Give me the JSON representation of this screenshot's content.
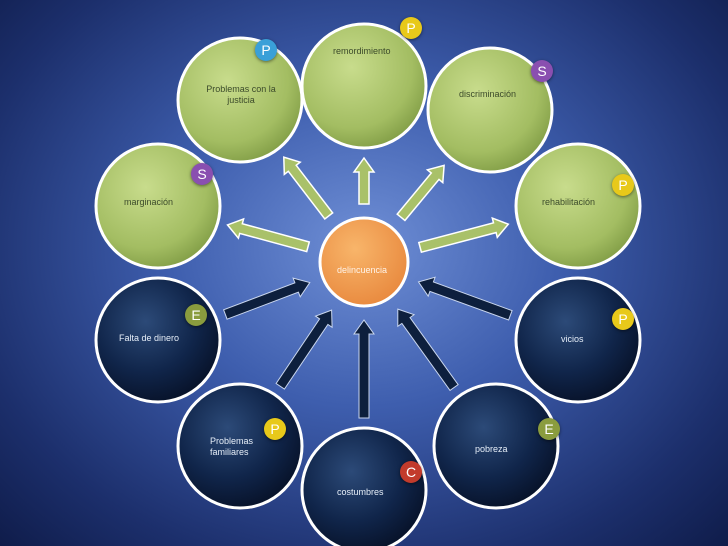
{
  "center": {
    "label": "delincuencia",
    "color": "#ef9a4a"
  },
  "nodes": [
    {
      "id": "remordimiento",
      "label": "remordimiento",
      "badge": "P",
      "badge_color": "#e8c91a",
      "style": "light"
    },
    {
      "id": "discriminacion",
      "label": "discriminación",
      "badge": "S",
      "badge_color": "#8a4fb0",
      "style": "light"
    },
    {
      "id": "rehabilitacion",
      "label": "rehabilitación",
      "badge": "P",
      "badge_color": "#e8c91a",
      "style": "light"
    },
    {
      "id": "vicios",
      "label": "vicios",
      "badge": "P",
      "badge_color": "#e8c91a",
      "style": "dark"
    },
    {
      "id": "pobreza",
      "label": "pobreza",
      "badge": "E",
      "badge_color": "#8a9c3e",
      "style": "dark"
    },
    {
      "id": "costumbres",
      "label": "costumbres",
      "badge": "C",
      "badge_color": "#c23b2c",
      "style": "dark"
    },
    {
      "id": "problemas-familiares",
      "label": "Problemas familiares",
      "badge": "P",
      "badge_color": "#e8c91a",
      "style": "dark"
    },
    {
      "id": "falta-de-dinero",
      "label": "Falta de dinero",
      "badge": "E",
      "badge_color": "#8a9c3e",
      "style": "dark"
    },
    {
      "id": "marginacion",
      "label": "marginación",
      "badge": "S",
      "badge_color": "#8a4fb0",
      "style": "light"
    },
    {
      "id": "problemas-justicia",
      "label": "Problemas con la justicia",
      "badge": "P",
      "badge_color": "#3aa0d8",
      "style": "light"
    }
  ],
  "colors": {
    "light_node": "#a9c169",
    "dark_node": "#0f2344",
    "green_arrow": "#a9c169",
    "dark_arrow": "#0d1f3d"
  }
}
